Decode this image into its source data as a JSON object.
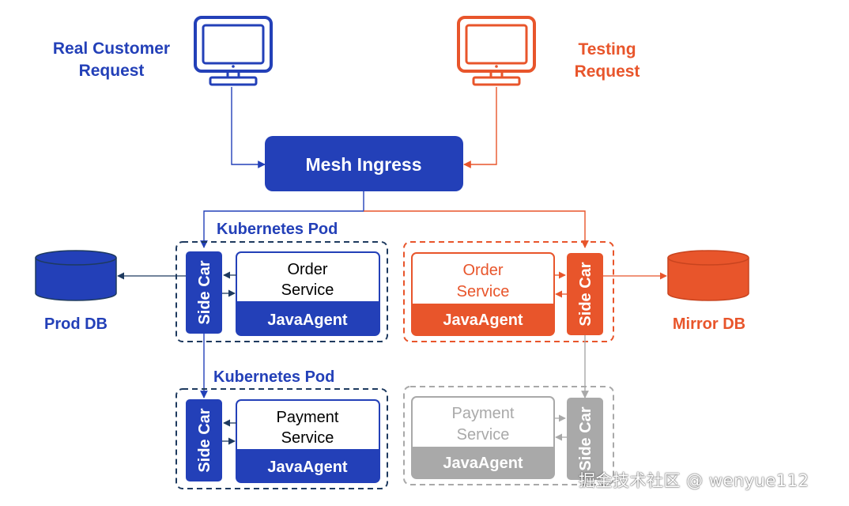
{
  "colors": {
    "prod": "#2340b8",
    "test": "#e8552b",
    "gray": "#a9a9a9",
    "prod_text": "#2340b8",
    "test_text": "#e8552b"
  },
  "requests": {
    "real": {
      "line1": "Real Customer",
      "line2": "Request",
      "icon": "monitor-icon"
    },
    "testing": {
      "line1": "Testing",
      "line2": "Request",
      "icon": "monitor-icon"
    }
  },
  "ingress": {
    "label": "Mesh Ingress"
  },
  "pods": {
    "top_label": "Kubernetes Pod",
    "bottom_label": "Kubernetes Pod"
  },
  "prod_order": {
    "sidecar": "Side Car",
    "service_line1": "Order",
    "service_line2": "Service",
    "agent": "JavaAgent"
  },
  "prod_payment": {
    "sidecar": "Side Car",
    "service_line1": "Payment",
    "service_line2": "Service",
    "agent": "JavaAgent"
  },
  "mirror_order": {
    "sidecar": "Side Car",
    "service_line1": "Order",
    "service_line2": "Service",
    "agent": "JavaAgent"
  },
  "mirror_payment": {
    "sidecar": "Side Car",
    "service_line1": "Payment",
    "service_line2": "Service",
    "agent": "JavaAgent"
  },
  "databases": {
    "prod": {
      "label": "Prod DB",
      "icon": "database-icon"
    },
    "mirror": {
      "label": "Mirror DB",
      "icon": "database-icon"
    }
  },
  "watermark": "掘金技术社区 @ wenyue112"
}
